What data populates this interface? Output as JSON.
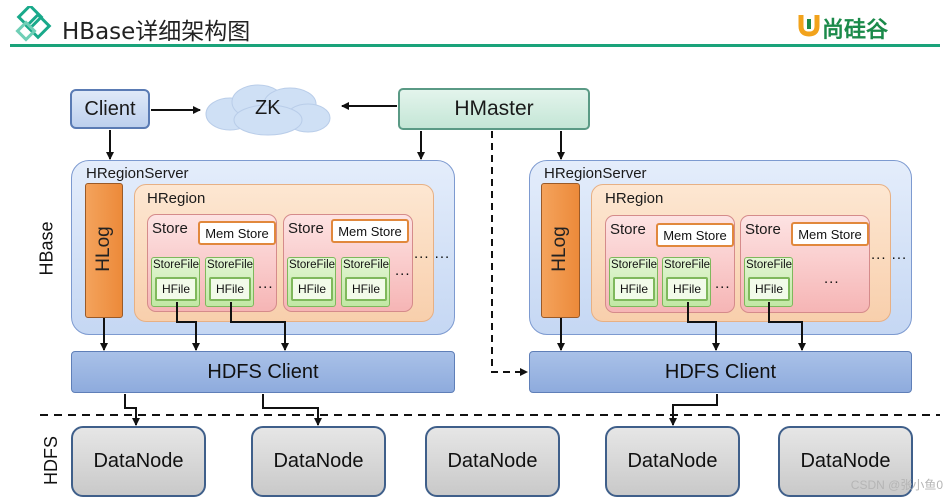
{
  "header": {
    "title": "HBase详细架构图",
    "brand": "尚硅谷"
  },
  "client": "Client",
  "zk": "ZK",
  "hmaster": "HMaster",
  "side_labels": {
    "hbase": "HBase",
    "hdfs": "HDFS"
  },
  "region_servers": [
    {
      "label": "HRegionServer",
      "hlog": "HLog",
      "region_label": "HRegion",
      "stores": [
        {
          "label": "Store",
          "memstore": "Mem Store",
          "storefiles": [
            {
              "label": "StoreFile",
              "hfile": "HFile"
            },
            {
              "label": "StoreFile",
              "hfile": "HFile"
            }
          ],
          "more": "..."
        },
        {
          "label": "Store",
          "memstore": "Mem Store",
          "storefiles": [
            {
              "label": "StoreFile",
              "hfile": "HFile"
            },
            {
              "label": "StoreFile",
              "hfile": "HFile"
            }
          ],
          "more": "..."
        }
      ],
      "more_stores": "... ...",
      "hdfs_client": "HDFS Client"
    },
    {
      "label": "HRegionServer",
      "hlog": "HLog",
      "region_label": "HRegion",
      "stores": [
        {
          "label": "Store",
          "memstore": "Mem Store",
          "storefiles": [
            {
              "label": "StoreFile",
              "hfile": "HFile"
            },
            {
              "label": "StoreFile",
              "hfile": "HFile"
            }
          ],
          "more": "..."
        },
        {
          "label": "Store",
          "memstore": "Mem Store",
          "storefiles": [
            {
              "label": "StoreFile",
              "hfile": "HFile"
            }
          ],
          "more": "..."
        }
      ],
      "more_stores": "... ...",
      "hdfs_client": "HDFS Client"
    }
  ],
  "datanodes": [
    "DataNode",
    "DataNode",
    "DataNode",
    "DataNode",
    "DataNode"
  ],
  "watermark": "CSDN @张小鱼0"
}
